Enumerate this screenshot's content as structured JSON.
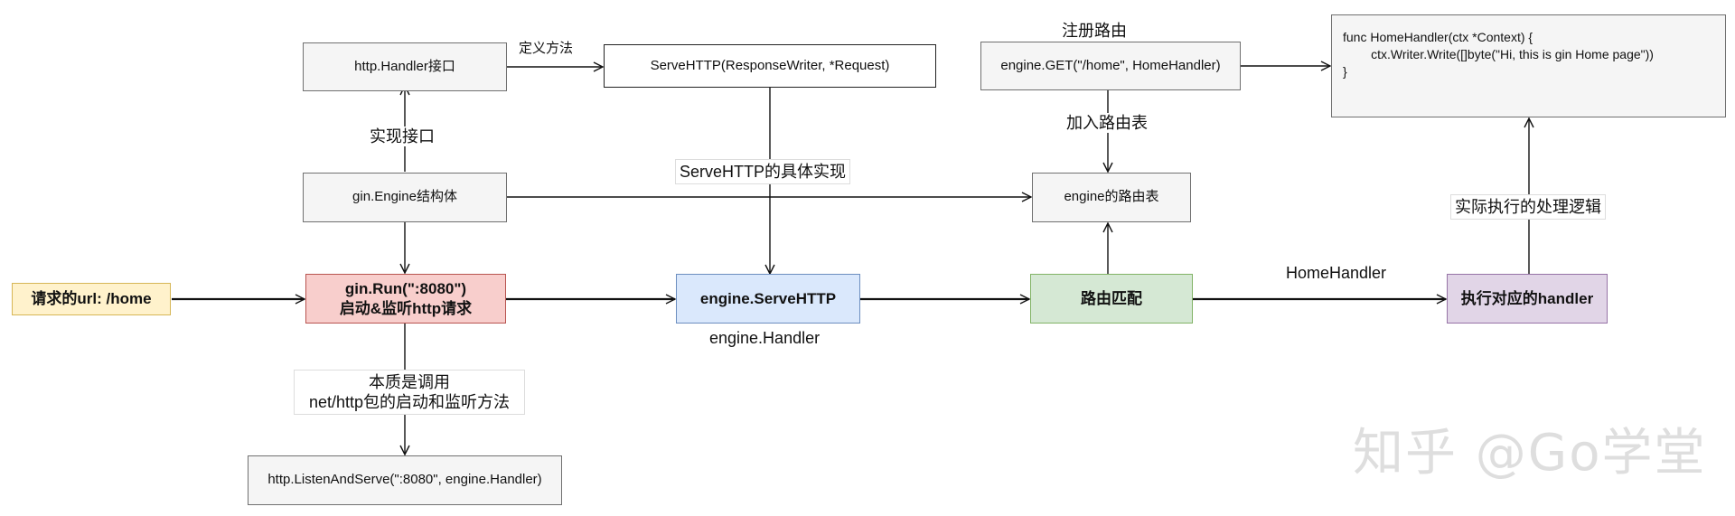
{
  "nodes": {
    "request_url": "请求的url: /home",
    "gin_run_line1": "gin.Run(\":8080\")",
    "gin_run_line2": "启动&监听http请求",
    "engine_servehttp": "engine.ServeHTTP",
    "route_match": "路由匹配",
    "exec_handler": "执行对应的handler",
    "http_handler_iface": "http.Handler接口",
    "servehttp_sig": "ServeHTTP(ResponseWriter, *Request)",
    "gin_engine_struct": "gin.Engine结构体",
    "engine_route_table": "engine的路由表",
    "engine_get": "engine.GET(\"/home\", HomeHandler)",
    "listen_and_serve": "http.ListenAndServe(\":8080\", engine.Handler)",
    "handler_code": [
      "func HomeHandler(ctx *Context) {",
      "        ctx.Writer.Write([]byte(\"Hi, this is gin Home page\"))",
      "}"
    ]
  },
  "labels": {
    "define_method": "定义方法",
    "implement_iface": "实现接口",
    "servehttp_impl": "ServeHTTP的具体实现",
    "register_route": "注册路由",
    "add_to_table": "加入路由表",
    "actual_logic": "实际执行的处理逻辑",
    "home_handler": "HomeHandler",
    "engine_handler": "engine.Handler",
    "essence_line1": "本质是调用",
    "essence_line2": "net/http包的启动和监听方法"
  },
  "watermark": "知乎 @Go学堂"
}
